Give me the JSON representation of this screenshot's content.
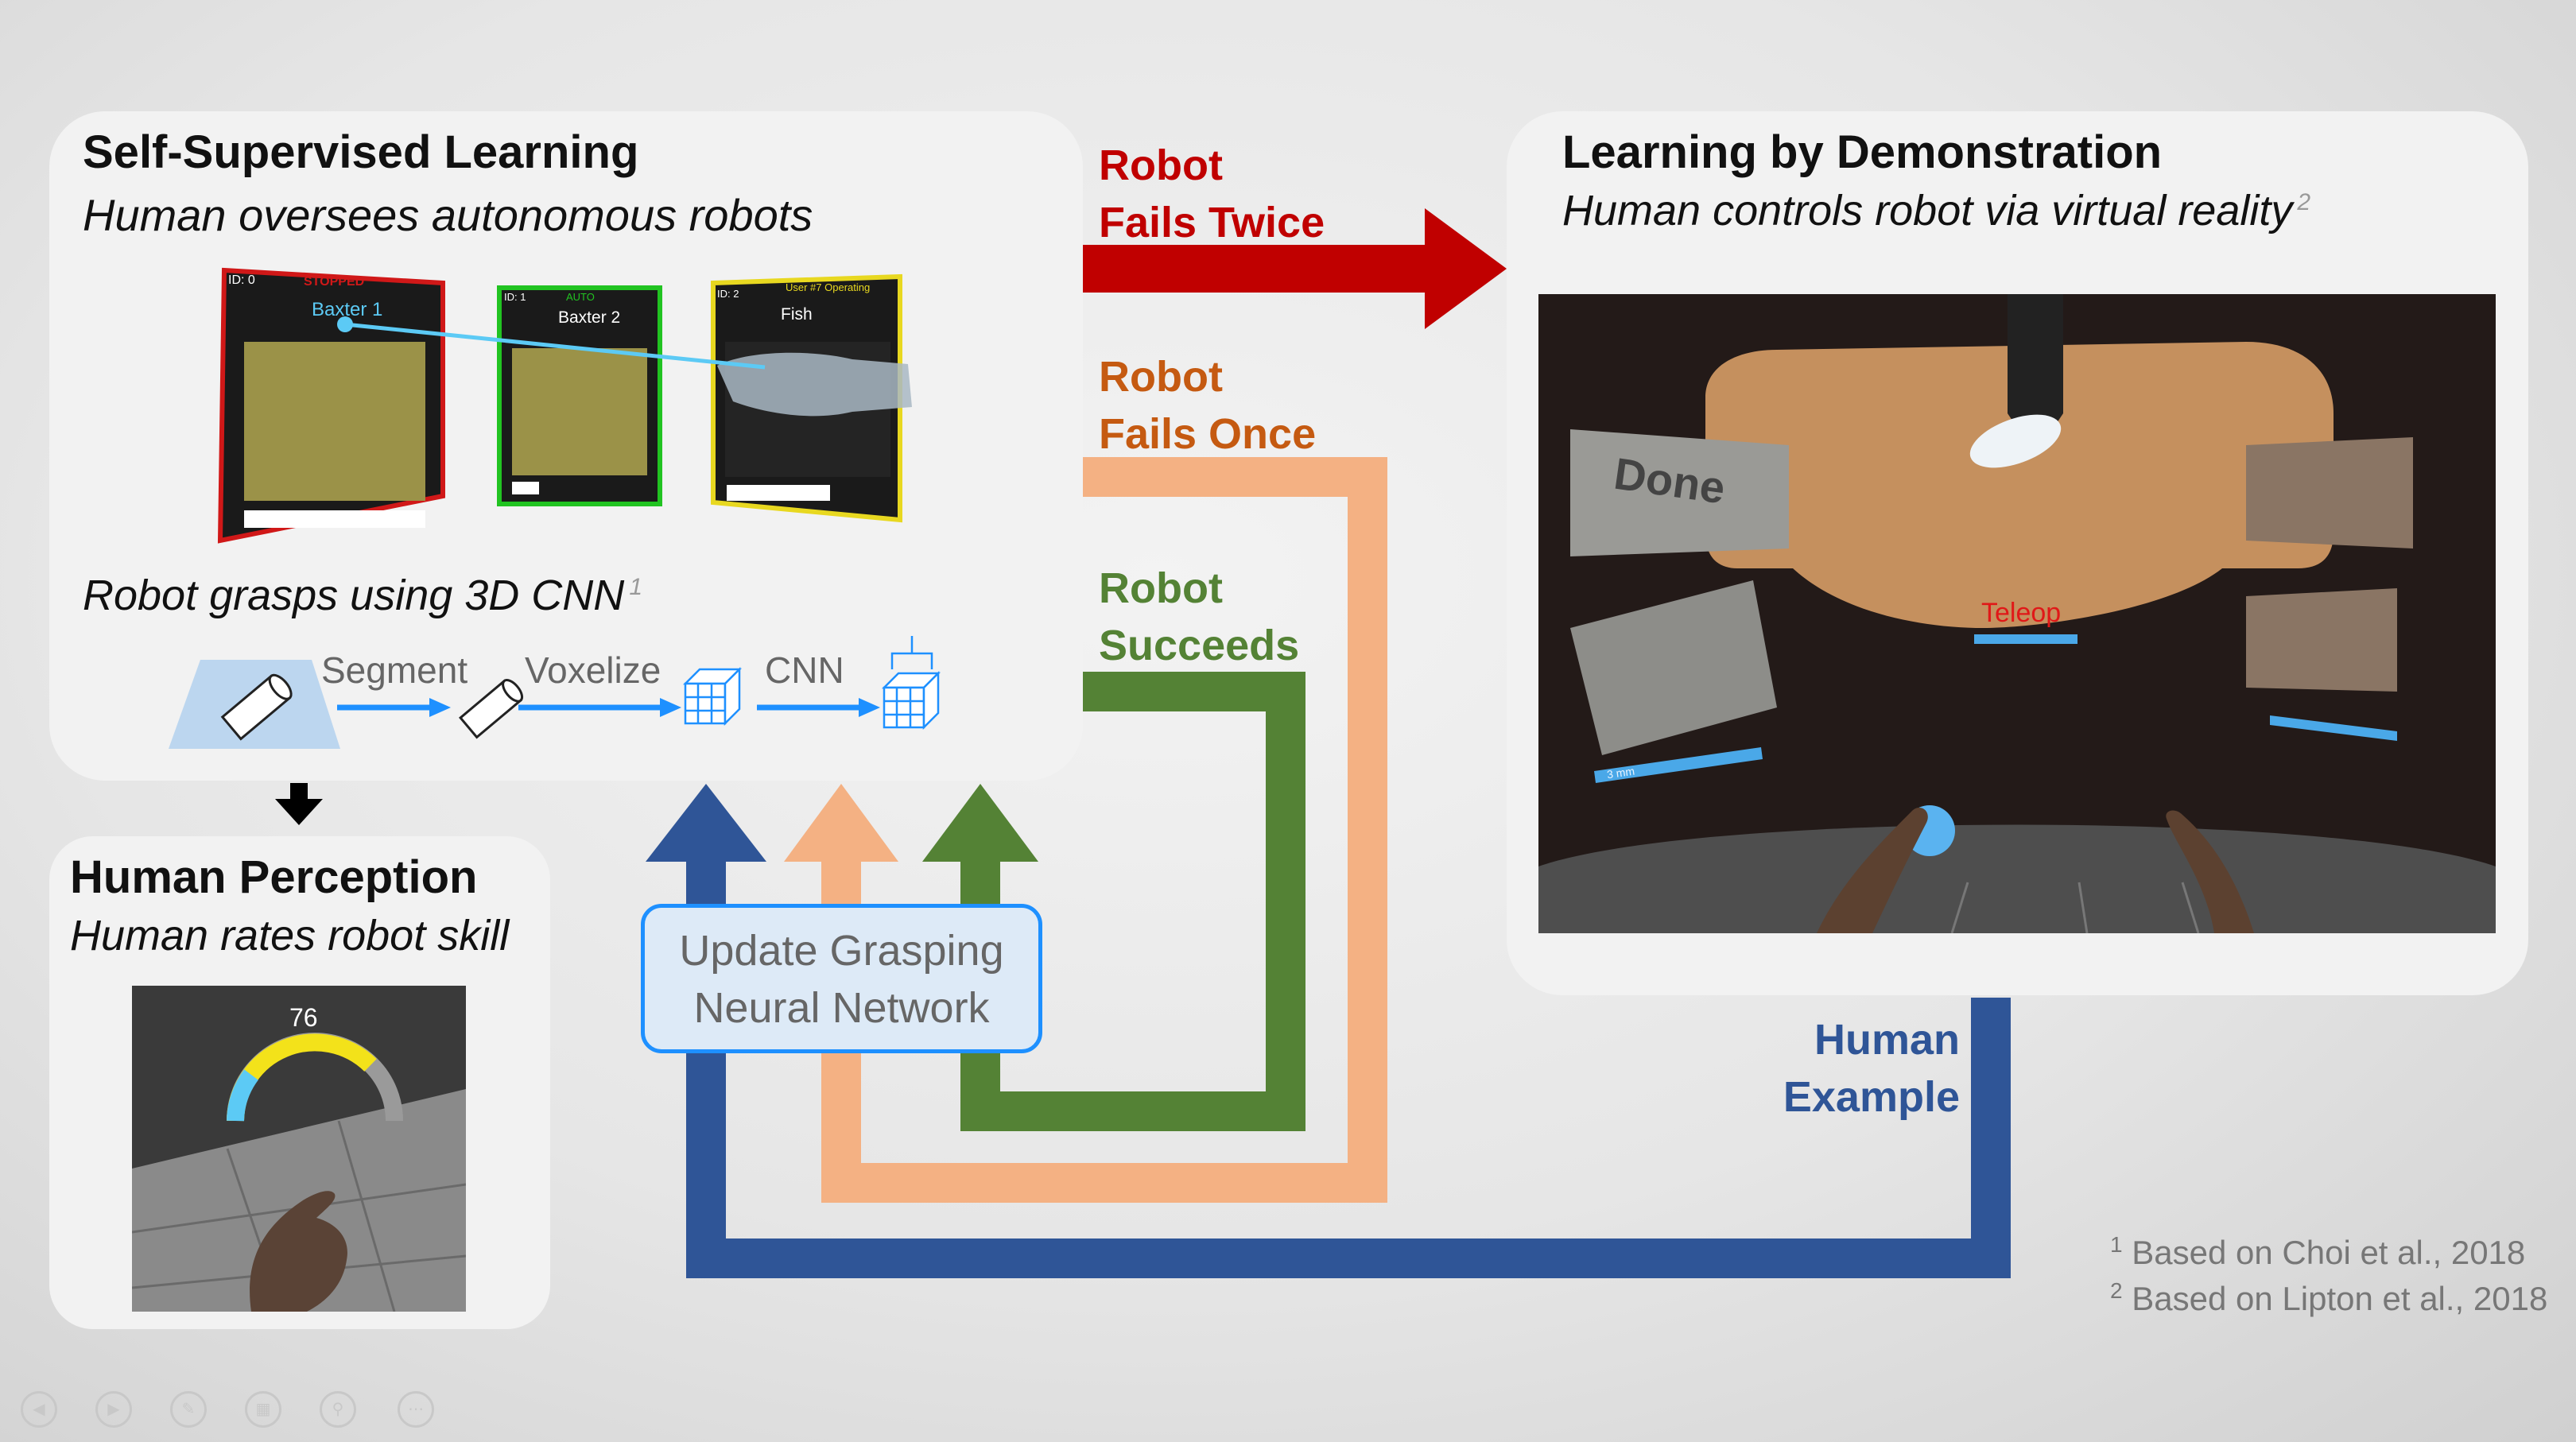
{
  "colors": {
    "red": "#c00000",
    "orange": "#f4b183",
    "orange_text": "#c55a11",
    "green": "#548235",
    "blue": "#2f5597",
    "cnn_arrow": "#1e90ff"
  },
  "self_supervised": {
    "title": "Self-Supervised Learning",
    "subtitle": "Human oversees autonomous robots",
    "cnn_caption": "Robot grasps using 3D CNN",
    "cnn_ref": "1",
    "pipeline_steps": [
      "Segment",
      "Voxelize",
      "CNN"
    ],
    "screens": [
      {
        "id": "ID: 0",
        "status": "STOPPED",
        "name": "Baxter 1"
      },
      {
        "id": "ID: 1",
        "status": "AUTO",
        "name": "Baxter 2"
      },
      {
        "id": "ID: 2",
        "status": "User #7 Operating",
        "name": "Fish"
      }
    ]
  },
  "demonstration": {
    "title": "Learning by Demonstration",
    "subtitle": "Human controls robot via virtual reality",
    "ref": "2",
    "vr_mode": "Teleop",
    "vr_left_panel": "Done",
    "vr_bar_label": "3 mm"
  },
  "perception": {
    "title": "Human Perception",
    "subtitle": "Human rates robot skill",
    "score": "76"
  },
  "flows": {
    "fails_twice": [
      "Robot",
      "Fails Twice"
    ],
    "fails_once": [
      "Robot",
      "Fails Once"
    ],
    "succeeds": [
      "Robot",
      "Succeeds"
    ],
    "human_example": [
      "Human",
      "Example"
    ]
  },
  "update_box": [
    "Update Grasping",
    "Neural Network"
  ],
  "references": [
    {
      "num": "1",
      "text": "Based on Choi et al., 2018"
    },
    {
      "num": "2",
      "text": "Based on Lipton et al., 2018"
    }
  ],
  "footer_icons": [
    "prev-icon",
    "next-icon",
    "pen-icon",
    "slides-icon",
    "zoom-icon",
    "more-icon"
  ]
}
